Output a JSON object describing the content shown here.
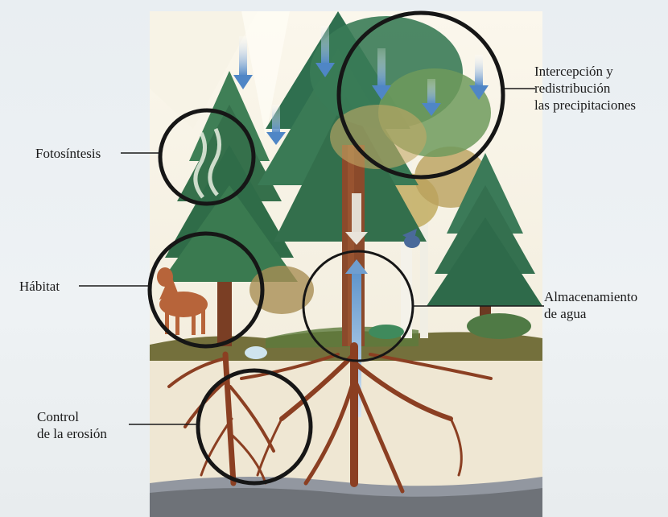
{
  "labels": {
    "intercepcion": [
      "Intercepción y",
      "redistribución",
      "las precipitaciones"
    ],
    "fotosintesis": "Fotosíntesis",
    "habitat": "Hábitat",
    "almacenamiento": [
      "Almacenamiento",
      "de agua"
    ],
    "erosion": [
      "Control",
      "de la erosión"
    ]
  },
  "colors": {
    "ring": "#161616",
    "tree_dark": "#2f6f4f",
    "tree_mid": "#4c8b5a",
    "tree_light": "#7aa86a",
    "trunk": "#8a4b2a",
    "roots": "#8b3f22",
    "water_arrow": "#6f9ecf",
    "ground": "#6f6a3a",
    "soil": "#efe6d2",
    "bedrock": "#8a8e96"
  }
}
